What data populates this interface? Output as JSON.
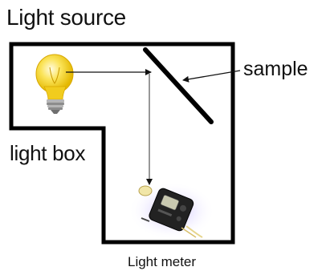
{
  "labels": {
    "light_source": "Light source",
    "sample": "sample",
    "light_box": "light box",
    "light_meter": "Light meter"
  },
  "icons": {
    "bulb": "light-bulb-icon",
    "meter": "light-meter-icon"
  },
  "colors": {
    "outline": "#000000",
    "bulb_glass": "#f5d21c",
    "bulb_base": "#9a9a9a",
    "meter_body": "#222222",
    "meter_glow": "#6a5acd"
  }
}
